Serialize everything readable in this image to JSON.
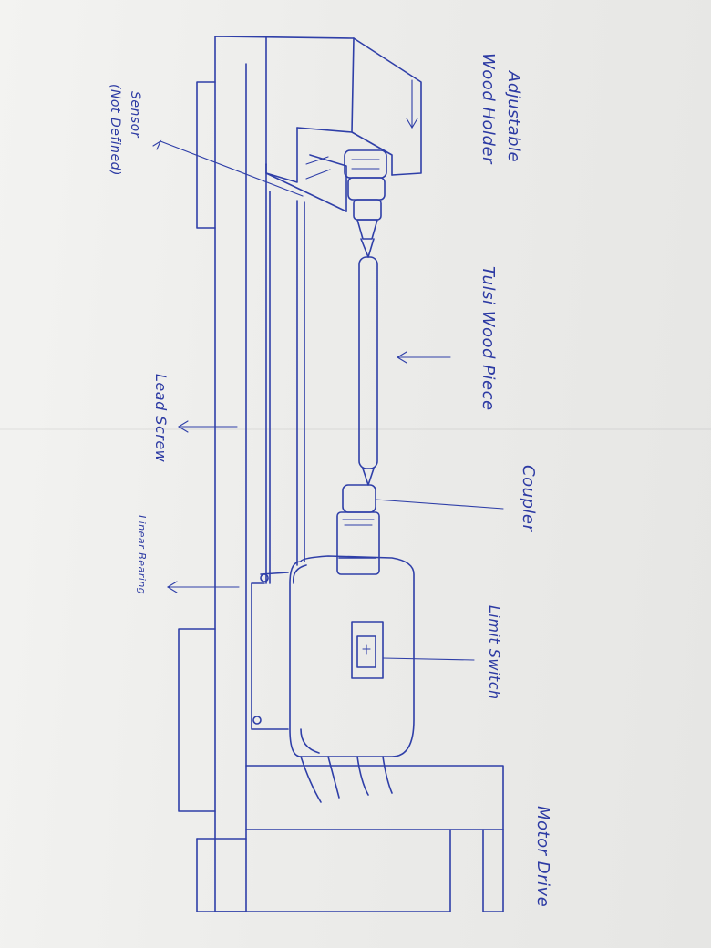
{
  "labels": {
    "adjustable": "Adjustable",
    "wood_holder": "Wood Holder",
    "sensor": "Sensor",
    "sensor_note": "(Not Defined)",
    "tulsi_wood_piece": "Tulsi Wood Piece",
    "lead_screw": "Lead Screw",
    "linear_bearing": "Linear Bearing",
    "coupler": "Coupler",
    "limit_switch": "Limit Switch",
    "motor_drive": "Motor Drive"
  },
  "colors": {
    "ink": "#2f3fa8",
    "paper": "#ececea"
  }
}
